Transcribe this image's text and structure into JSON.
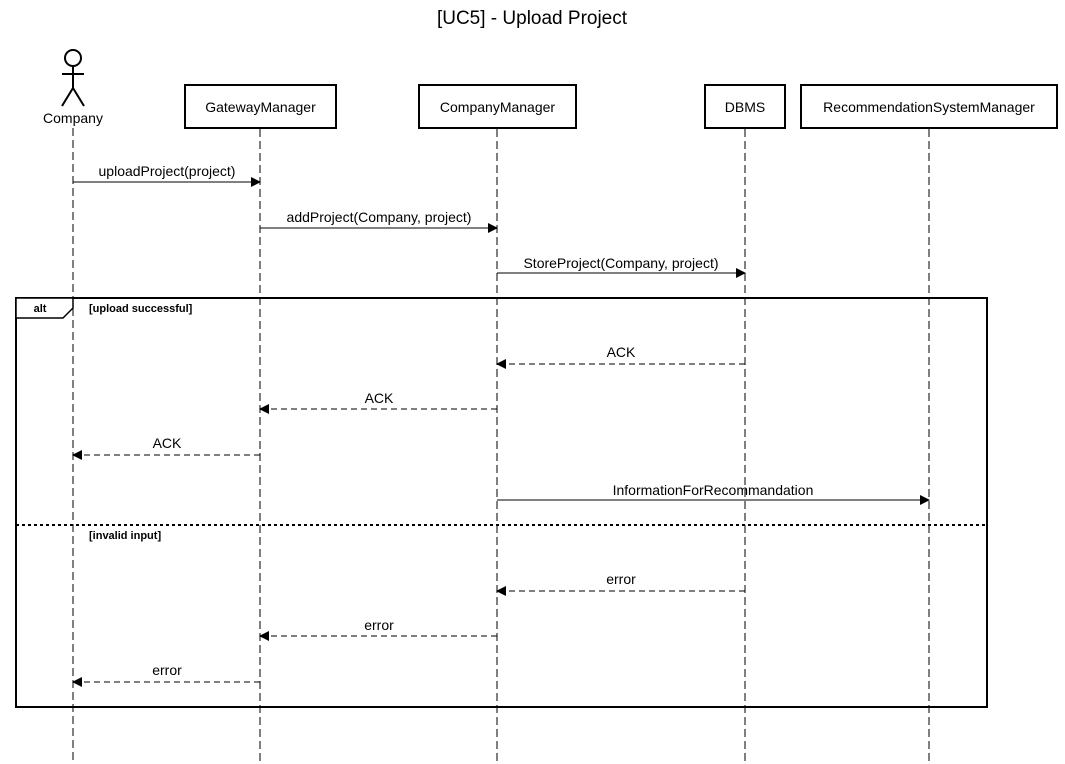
{
  "title": "[UC5] - Upload Project",
  "participants": {
    "company": {
      "label": "Company",
      "kind": "actor"
    },
    "gateway": {
      "label": "GatewayManager",
      "kind": "box"
    },
    "companyManager": {
      "label": "CompanyManager",
      "kind": "box"
    },
    "dbms": {
      "label": "DBMS",
      "kind": "box"
    },
    "recommendation": {
      "label": "RecommendationSystemManager",
      "kind": "box"
    }
  },
  "messages": [
    {
      "label": "uploadProject(project)",
      "from": "company",
      "to": "gateway",
      "style": "sync"
    },
    {
      "label": "addProject(Company, project)",
      "from": "gateway",
      "to": "companyManager",
      "style": "sync"
    },
    {
      "label": "StoreProject(Company, project)",
      "from": "companyManager",
      "to": "dbms",
      "style": "sync"
    }
  ],
  "alt": {
    "label": "alt",
    "operands": [
      {
        "guard": "[upload successful]",
        "messages": [
          {
            "label": "ACK",
            "from": "dbms",
            "to": "companyManager",
            "style": "reply"
          },
          {
            "label": "ACK",
            "from": "companyManager",
            "to": "gateway",
            "style": "reply"
          },
          {
            "label": "ACK",
            "from": "gateway",
            "to": "company",
            "style": "reply"
          },
          {
            "label": "InformationForRecommandation",
            "from": "companyManager",
            "to": "recommendation",
            "style": "sync"
          }
        ]
      },
      {
        "guard": "[invalid input]",
        "messages": [
          {
            "label": "error",
            "from": "dbms",
            "to": "companyManager",
            "style": "reply"
          },
          {
            "label": "error",
            "from": "companyManager",
            "to": "gateway",
            "style": "reply"
          },
          {
            "label": "error",
            "from": "gateway",
            "to": "company",
            "style": "reply"
          }
        ]
      }
    ]
  }
}
